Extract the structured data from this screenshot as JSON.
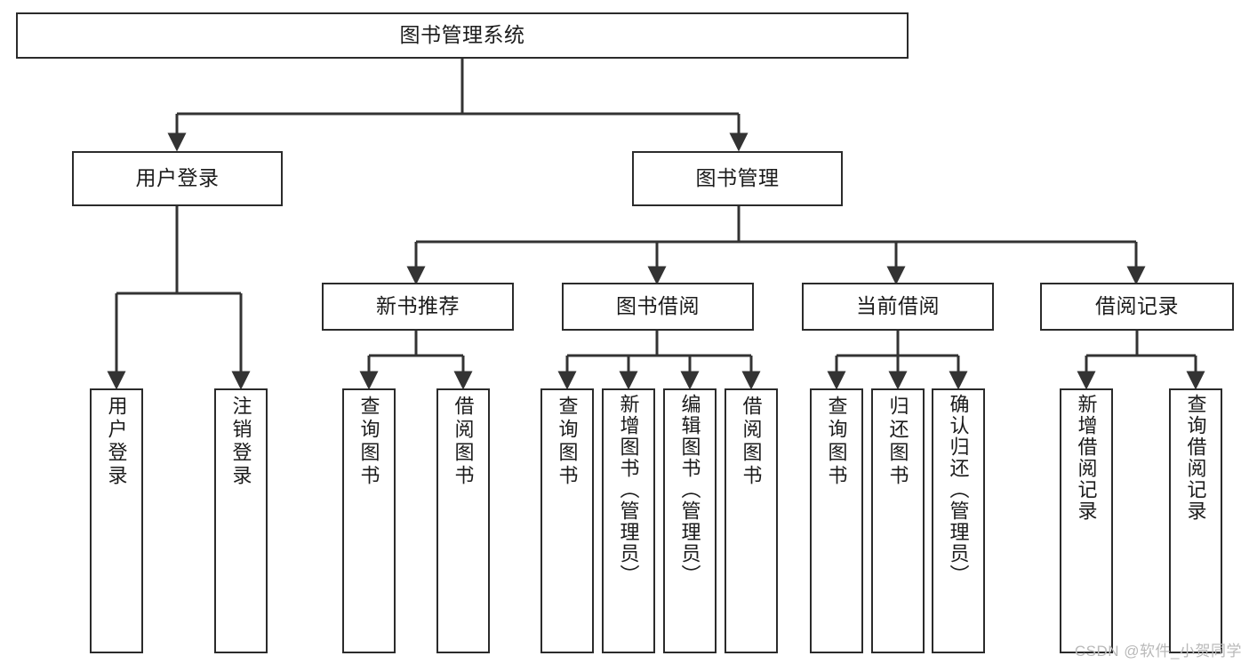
{
  "diagram": {
    "title": "图书管理系统",
    "type": "function-structure-tree",
    "watermark": "CSDN @软件_小贺同学",
    "colors": {
      "background": "#ffffff",
      "node_fill": "#ffffff",
      "node_border": "#2b2b2b",
      "connector": "#333333",
      "text": "#1b1b1b",
      "watermark": "#b9b9b9"
    },
    "levels": [
      {
        "level": 1,
        "nodes": [
          {
            "id": "root",
            "label": "图书管理系统",
            "orientation": "horizontal"
          }
        ]
      },
      {
        "level": 2,
        "nodes": [
          {
            "id": "user-login",
            "label": "用户登录",
            "orientation": "horizontal",
            "parent": "root"
          },
          {
            "id": "book-manage",
            "label": "图书管理",
            "orientation": "horizontal",
            "parent": "root"
          }
        ]
      },
      {
        "level": 3,
        "nodes": [
          {
            "id": "new-book-rec",
            "label": "新书推荐",
            "orientation": "horizontal",
            "parent": "book-manage"
          },
          {
            "id": "book-borrow",
            "label": "图书借阅",
            "orientation": "horizontal",
            "parent": "book-manage"
          },
          {
            "id": "current-borrow",
            "label": "当前借阅",
            "orientation": "horizontal",
            "parent": "book-manage"
          },
          {
            "id": "borrow-record",
            "label": "借阅记录",
            "orientation": "horizontal",
            "parent": "book-manage"
          }
        ]
      },
      {
        "level": 4,
        "nodes": [
          {
            "id": "leaf-user-login",
            "label": "用户登录",
            "orientation": "vertical",
            "parent": "user-login"
          },
          {
            "id": "leaf-logout",
            "label": "注销登录",
            "orientation": "vertical",
            "parent": "user-login"
          },
          {
            "id": "leaf-query-book-1",
            "label": "查询图书",
            "orientation": "vertical",
            "parent": "new-book-rec"
          },
          {
            "id": "leaf-borrow-book-1",
            "label": "借阅图书",
            "orientation": "vertical",
            "parent": "new-book-rec"
          },
          {
            "id": "leaf-query-book-2",
            "label": "查询图书",
            "orientation": "vertical",
            "parent": "book-borrow"
          },
          {
            "id": "leaf-add-book",
            "label": "新增图书（管理员）",
            "orientation": "vertical",
            "parent": "book-borrow"
          },
          {
            "id": "leaf-edit-book",
            "label": "编辑图书（管理员）",
            "orientation": "vertical",
            "parent": "book-borrow"
          },
          {
            "id": "leaf-borrow-book-2",
            "label": "借阅图书",
            "orientation": "vertical",
            "parent": "book-borrow"
          },
          {
            "id": "leaf-query-book-3",
            "label": "查询图书",
            "orientation": "vertical",
            "parent": "current-borrow"
          },
          {
            "id": "leaf-return-book",
            "label": "归还图书",
            "orientation": "vertical",
            "parent": "current-borrow"
          },
          {
            "id": "leaf-confirm-return",
            "label": "确认归还（管理员）",
            "orientation": "vertical",
            "parent": "current-borrow"
          },
          {
            "id": "leaf-add-record",
            "label": "新增借阅记录",
            "orientation": "vertical",
            "parent": "borrow-record"
          },
          {
            "id": "leaf-query-record",
            "label": "查询借阅记录",
            "orientation": "vertical",
            "parent": "borrow-record"
          }
        ]
      }
    ]
  }
}
